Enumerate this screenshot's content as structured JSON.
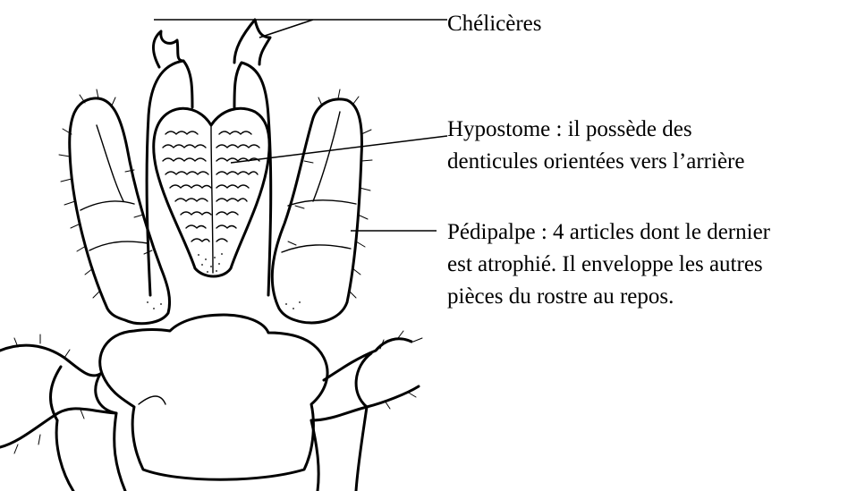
{
  "labels": {
    "chelicerae": "Chélicères",
    "hypostome_line1": "Hypostome : il possède des",
    "hypostome_line2": "denticules orientées vers l’arrière",
    "pedipalp_line1": "Pédipalpe : 4 articles dont le dernier",
    "pedipalp_line2": "est atrophié. Il enveloppe les autres",
    "pedipalp_line3": "pièces du rostre au repos."
  }
}
